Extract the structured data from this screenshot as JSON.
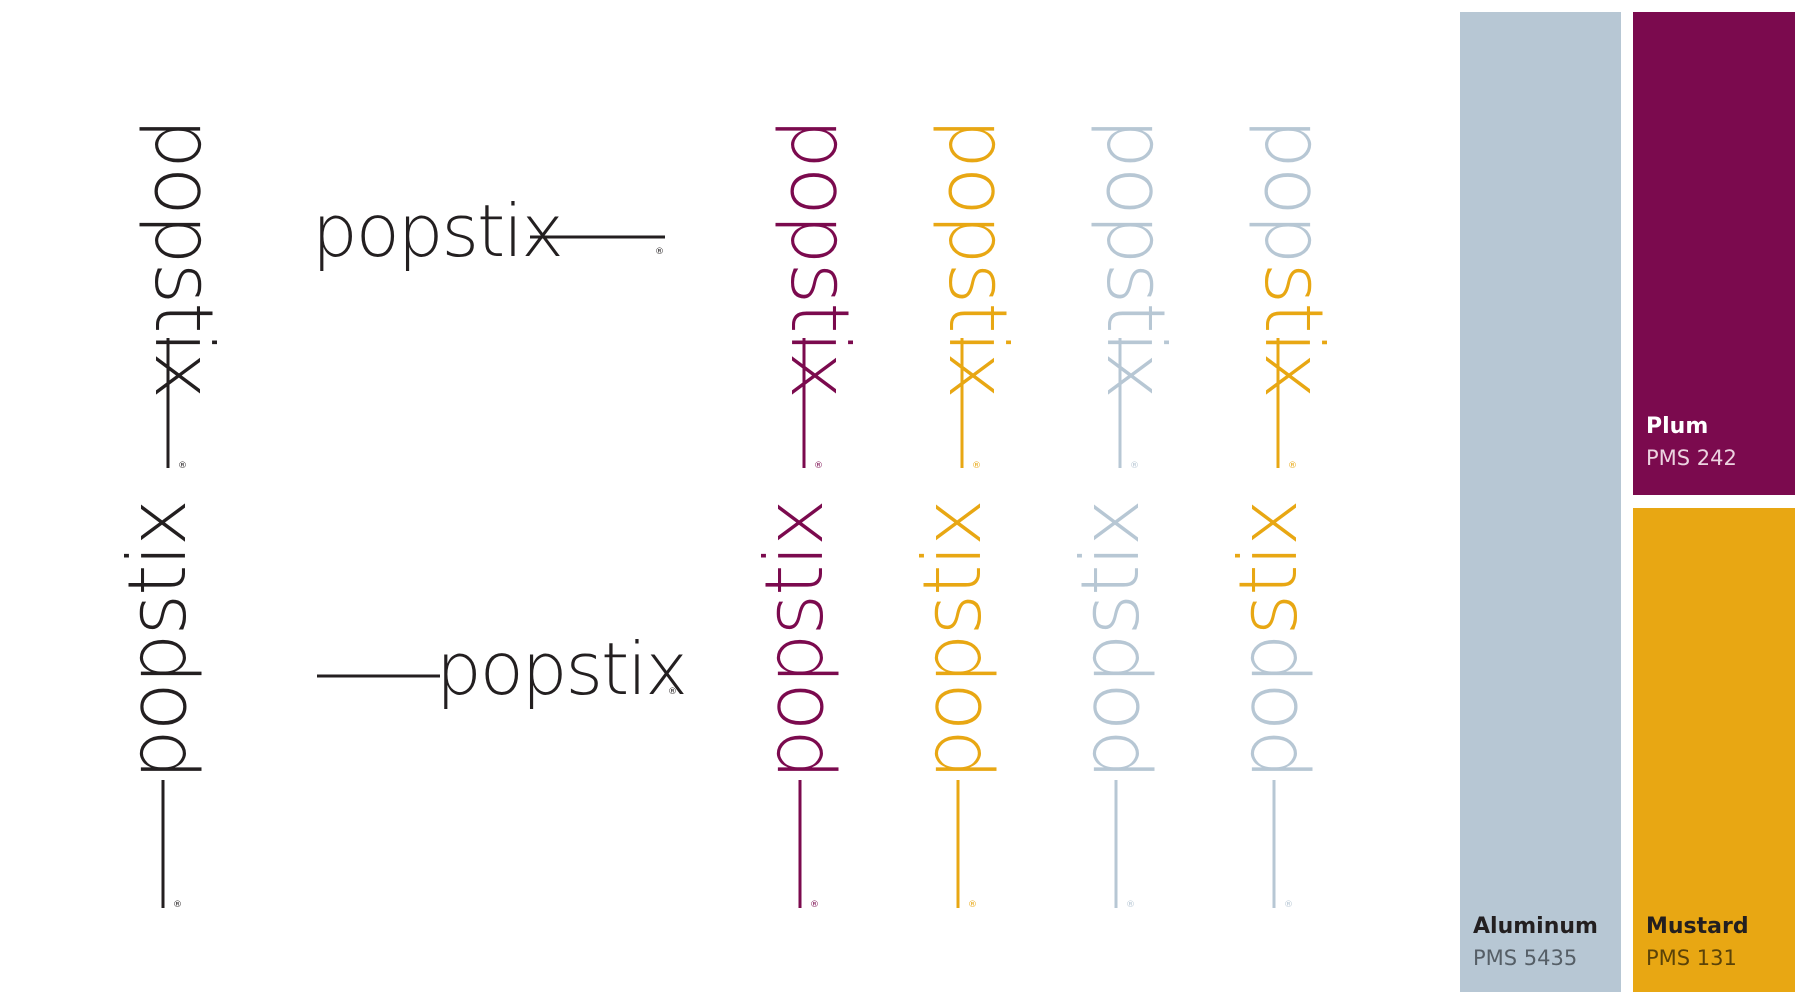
{
  "brand": {
    "wordmark": "popstix",
    "registered_mark": "®"
  },
  "colors": {
    "black": "#231f20",
    "plum": "#7b0a4e",
    "mustard": "#e8a713",
    "aluminum": "#b7c7d4",
    "white": "#ffffff"
  },
  "logo_grid": {
    "primary": [
      {
        "id": "primary-vertical-down",
        "orientation": "vertical-down",
        "color": "black"
      },
      {
        "id": "primary-horizontal-left",
        "orientation": "horizontal-stick-right",
        "color": "black"
      },
      {
        "id": "primary-vertical-up",
        "orientation": "vertical-up",
        "color": "black"
      },
      {
        "id": "primary-horizontal-right",
        "orientation": "horizontal-stick-left",
        "color": "black"
      }
    ],
    "colorways_top": [
      {
        "word": "plum",
        "stick": "plum"
      },
      {
        "word": "mustard",
        "stick": "mustard"
      },
      {
        "word": "aluminum",
        "stick": "aluminum"
      },
      {
        "word": "aluminum",
        "accent": "mustard",
        "stick": "mustard"
      }
    ],
    "colorways_bottom": [
      {
        "word": "plum",
        "stick": "plum"
      },
      {
        "word": "mustard",
        "stick": "mustard"
      },
      {
        "word": "aluminum",
        "stick": "aluminum"
      },
      {
        "word": "aluminum",
        "accent": "mustard",
        "stick": "aluminum"
      }
    ]
  },
  "swatches": {
    "aluminum": {
      "name": "Aluminum",
      "code": "PMS 5435",
      "color": "#b7c7d4",
      "text_name": "#231f20",
      "text_code": "#555e66"
    },
    "plum": {
      "name": "Plum",
      "code": "PMS 242",
      "color": "#7b0a4e",
      "text_name": "#ffffff",
      "text_code": "#ecd3e0"
    },
    "mustard": {
      "name": "Mustard",
      "code": "PMS 131",
      "color": "#e8a713",
      "text_name": "#231f20",
      "text_code": "#5a4208"
    }
  }
}
